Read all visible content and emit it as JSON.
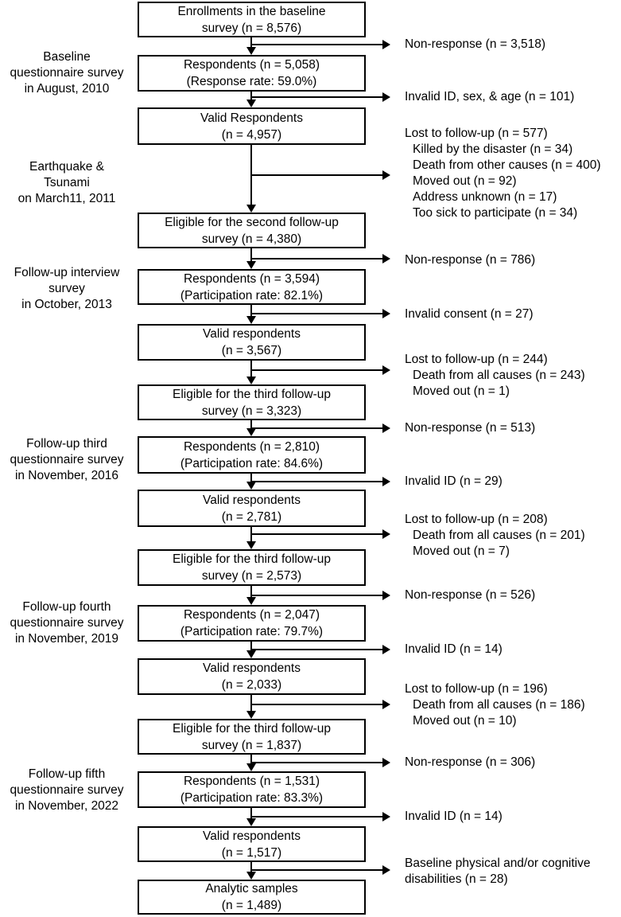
{
  "figure": {
    "type": "study-flow-diagram",
    "colors": {
      "background": "#ffffff",
      "line": "#000000",
      "text": "#000000"
    }
  },
  "boxes": [
    {
      "lines": [
        "Enrollments in the baseline",
        "survey (n = 8,576)"
      ]
    },
    {
      "lines": [
        "Respondents (n = 5,058)",
        "(Response rate: 59.0%)"
      ]
    },
    {
      "lines": [
        "Valid Respondents",
        "(n = 4,957)"
      ]
    },
    {
      "lines": [
        "Eligible for the second follow-up",
        "survey (n = 4,380)"
      ]
    },
    {
      "lines": [
        "Respondents (n = 3,594)",
        "(Participation rate: 82.1%)"
      ]
    },
    {
      "lines": [
        "Valid respondents",
        "(n = 3,567)"
      ]
    },
    {
      "lines": [
        "Eligible for the third follow-up",
        "survey (n = 3,323)"
      ]
    },
    {
      "lines": [
        "Respondents (n = 2,810)",
        "(Participation rate: 84.6%)"
      ]
    },
    {
      "lines": [
        "Valid respondents",
        "(n = 2,781)"
      ]
    },
    {
      "lines": [
        "Eligible for the third follow-up",
        "survey (n = 2,573)"
      ]
    },
    {
      "lines": [
        "Respondents (n = 2,047)",
        "(Participation rate: 79.7%)"
      ]
    },
    {
      "lines": [
        "Valid respondents",
        "(n = 2,033)"
      ]
    },
    {
      "lines": [
        "Eligible for the third follow-up",
        "survey (n = 1,837)"
      ]
    },
    {
      "lines": [
        "Respondents (n = 1,531)",
        "(Participation rate: 83.3%)"
      ]
    },
    {
      "lines": [
        "Valid respondents",
        "(n = 1,517)"
      ]
    },
    {
      "lines": [
        "Analytic samples",
        "(n = 1,489)"
      ]
    }
  ],
  "stages": [
    {
      "lines": [
        "Baseline",
        "questionnaire survey",
        "in August, 2010"
      ]
    },
    {
      "lines": [
        "Earthquake &",
        "Tsunami",
        "on March11, 2011"
      ]
    },
    {
      "lines": [
        "Follow-up interview",
        "survey",
        "in October, 2013"
      ]
    },
    {
      "lines": [
        "Follow-up third",
        "questionnaire survey",
        "in November, 2016"
      ]
    },
    {
      "lines": [
        "Follow-up fourth",
        "questionnaire survey",
        "in November, 2019"
      ]
    },
    {
      "lines": [
        "Follow-up fifth",
        "questionnaire survey",
        "in November, 2022"
      ]
    }
  ],
  "exclusions": [
    {
      "lines": [
        "Non-response (n = 3,518)"
      ]
    },
    {
      "lines": [
        "Invalid ID, sex, & age (n = 101)"
      ]
    },
    {
      "lines": [
        "Lost to follow-up (n = 577)",
        "Killed by the disaster (n = 34)",
        "Death from other causes (n = 400)",
        "Moved out (n = 92)",
        "Address unknown (n = 17)",
        "Too sick to participate (n = 34)"
      ]
    },
    {
      "lines": [
        "Non-response (n = 786)"
      ]
    },
    {
      "lines": [
        "Invalid consent (n = 27)"
      ]
    },
    {
      "lines": [
        "Lost to follow-up (n = 244)",
        "Death from all causes (n = 243)",
        "Moved out (n = 1)"
      ]
    },
    {
      "lines": [
        "Non-response (n = 513)"
      ]
    },
    {
      "lines": [
        "Invalid ID (n = 29)"
      ]
    },
    {
      "lines": [
        "Lost to follow-up (n = 208)",
        "Death from all causes (n = 201)",
        "Moved out (n = 7)"
      ]
    },
    {
      "lines": [
        "Non-response (n = 526)"
      ]
    },
    {
      "lines": [
        "Invalid ID (n = 14)"
      ]
    },
    {
      "lines": [
        "Lost to follow-up (n = 196)",
        "Death from all causes (n = 186)",
        "Moved out (n = 10)"
      ]
    },
    {
      "lines": [
        "Non-response (n = 306)"
      ]
    },
    {
      "lines": [
        "Invalid ID (n = 14)"
      ]
    },
    {
      "lines": [
        "Baseline physical and/or cognitive",
        "disabilities (n = 28)"
      ]
    }
  ]
}
